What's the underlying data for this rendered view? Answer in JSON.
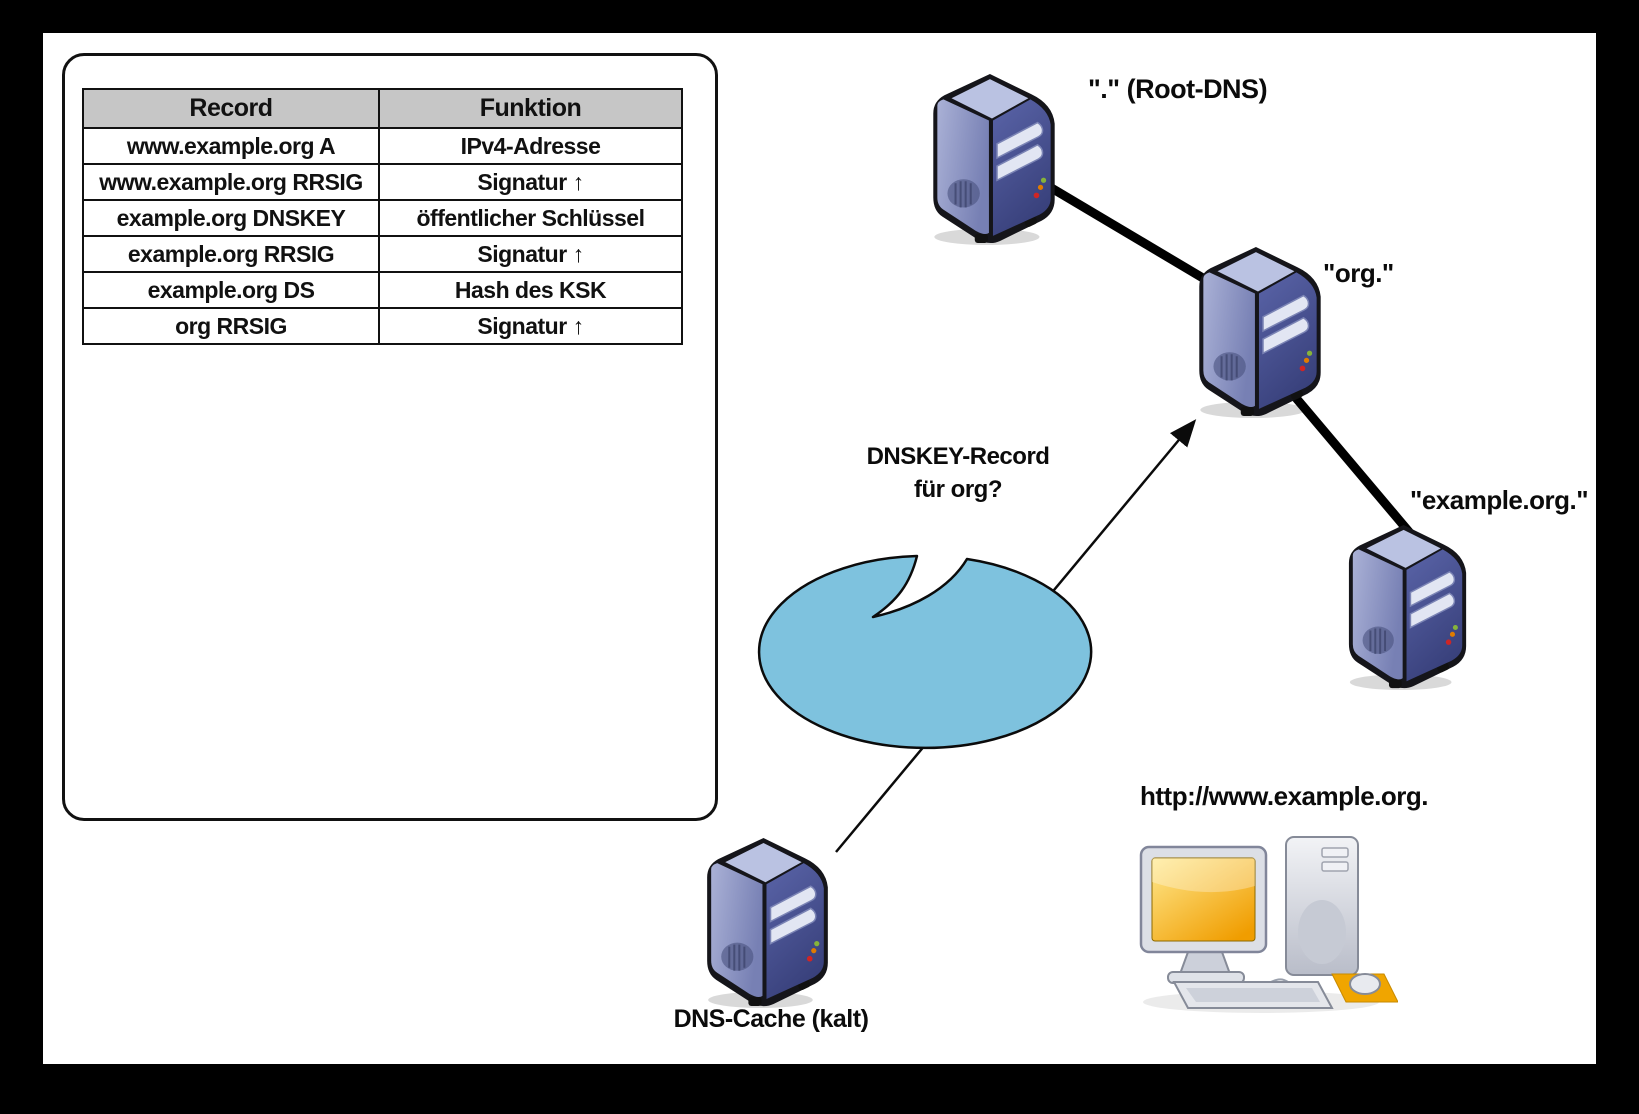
{
  "figure": {
    "type": "diagram",
    "topic": "DNSSEC resolution of www.example.org (cold DNS cache queries root, org, example.org)"
  },
  "table": {
    "headers": [
      "Record",
      "Funktion"
    ],
    "rows": [
      [
        "www.example.org A",
        "IPv4-Adresse"
      ],
      [
        "www.example.org RRSIG",
        "Signatur ↑"
      ],
      [
        "example.org DNSKEY",
        "öffentlicher Schlüssel"
      ],
      [
        "example.org RRSIG",
        "Signatur ↑"
      ],
      [
        "example.org DS",
        "Hash des KSK"
      ],
      [
        "org RRSIG",
        "Signatur ↑"
      ]
    ]
  },
  "nodes": {
    "root_dns": {
      "label": "\".\" (Root-DNS)",
      "icon": "server-icon"
    },
    "org_dns": {
      "label": "\"org.\"",
      "icon": "server-icon"
    },
    "example_dns": {
      "label": "\"example.org.\"",
      "icon": "server-icon"
    },
    "dns_cache": {
      "label": "DNS-Cache (kalt)",
      "icon": "server-icon"
    },
    "client": {
      "label": "http://www.example.org.",
      "icon": "desktop-computer-icon"
    }
  },
  "speech_bubble": {
    "text_line1": "DNSKEY-Record",
    "text_line2": "für org?",
    "fill": "#7ec2de"
  },
  "colors": {
    "frame": "#000000",
    "canvas": "#ffffff",
    "table_header_bg": "#c6c6c6",
    "connection_line": "#000000",
    "server_left_face": "#8d96c4",
    "server_right_face": "#4a549b",
    "server_top_face": "#bac2e2",
    "screen_orange": "#f29d00",
    "mousepad_orange": "#f0a500"
  }
}
